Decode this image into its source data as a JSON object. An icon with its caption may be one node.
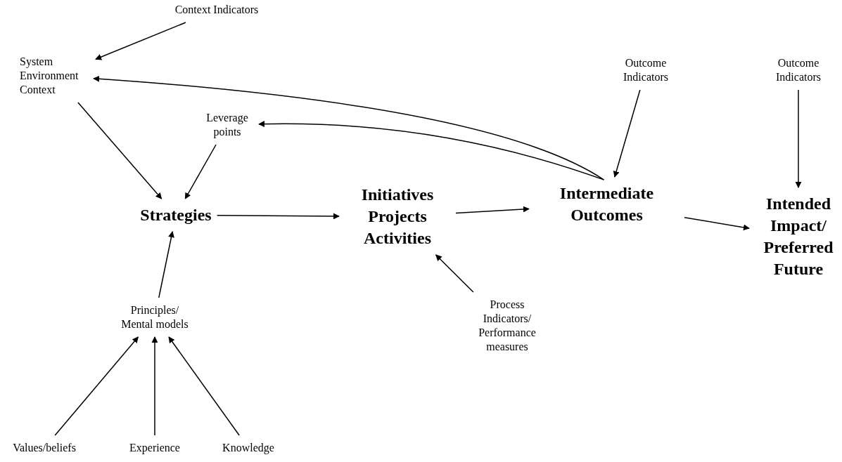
{
  "diagram": {
    "nodes": [
      {
        "text": [
          "Context Indicators"
        ]
      },
      {
        "text": [
          "System Environment Context"
        ]
      },
      {
        "text": [
          "Leverage points"
        ]
      },
      {
        "text": [
          "Strategies"
        ]
      },
      {
        "text": [
          "Initiatives Projects Activities"
        ]
      },
      {
        "text": [
          "Intermediate Outcomes"
        ]
      },
      {
        "text": [
          "Outcome Indicators"
        ]
      },
      {
        "text": [
          "Outcome Indicators"
        ]
      },
      {
        "text": [
          "Intended Impact/ Preferred Future"
        ]
      },
      {
        "text": [
          "Principles/ Mental models"
        ]
      },
      {
        "text": [
          "Process Indicators/ Performance measures"
        ]
      },
      {
        "text": [
          "Values/beliefs"
        ]
      },
      {
        "text": [
          "Experience"
        ]
      },
      {
        "text": [
          "Knowledge"
        ]
      }
    ],
    "edges": [
      {
        "from": 0,
        "to": 1,
        "arrow": "to"
      },
      {
        "from": 1,
        "to": 3,
        "arrow": "to"
      },
      {
        "from": 2,
        "to": 3,
        "arrow": "to"
      },
      {
        "from": 5,
        "to": 1,
        "arrow": "to"
      },
      {
        "from": 5,
        "to": 2,
        "arrow": "to"
      },
      {
        "from": 6,
        "to": 5,
        "arrow": "to"
      },
      {
        "from": 7,
        "to": 8,
        "arrow": "to"
      },
      {
        "from": 3,
        "to": 4,
        "arrow": "to"
      },
      {
        "from": 4,
        "to": 5,
        "arrow": "to"
      },
      {
        "from": 5,
        "to": 8,
        "arrow": "to"
      },
      {
        "from": 9,
        "to": 3,
        "arrow": "to"
      },
      {
        "from": 10,
        "to": 4,
        "arrow": "to"
      },
      {
        "from": 11,
        "to": 9,
        "arrow": "to"
      },
      {
        "from": 12,
        "to": 9,
        "arrow": "to"
      },
      {
        "from": 13,
        "to": 9,
        "arrow": "to"
      }
    ]
  }
}
